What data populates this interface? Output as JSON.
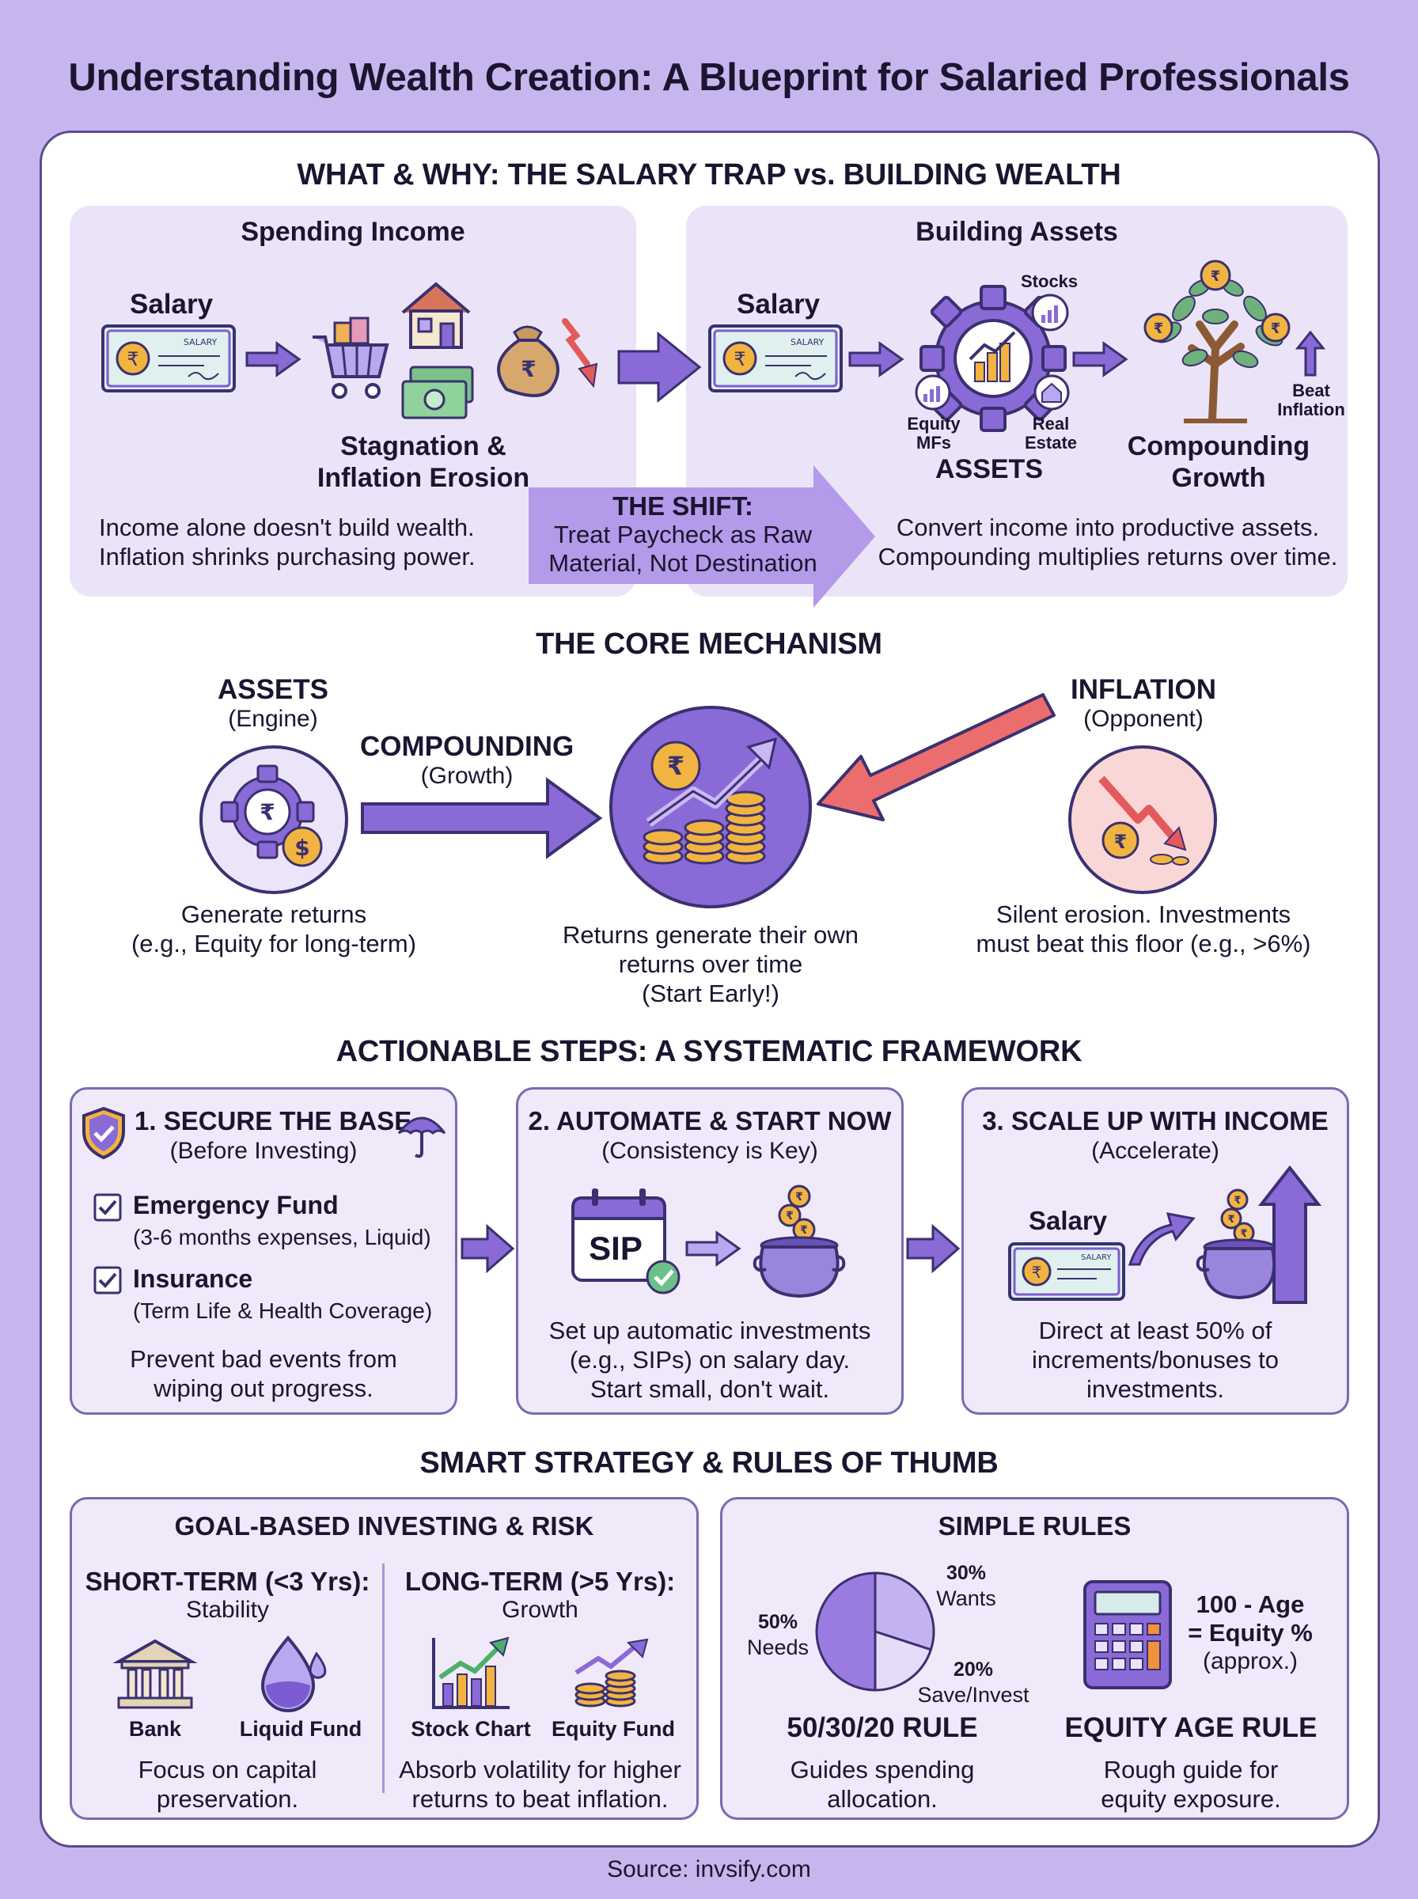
{
  "title": "Understanding Wealth Creation: A Blueprint for Salaried Professionals",
  "source": "Source: invsify.com",
  "what_why": {
    "heading": "WHAT & WHY: THE SALARY TRAP vs. BUILDING WEALTH",
    "left": {
      "heading": "Spending Income",
      "salary_label": "Salary",
      "cheque_text": "SALARY",
      "outcome": "Stagnation &",
      "outcome2": "Inflation Erosion",
      "desc1": "Income alone doesn't build wealth.",
      "desc2": "Inflation shrinks purchasing power."
    },
    "shift": {
      "heading": "THE SHIFT:",
      "line1": "Treat Paycheck as Raw",
      "line2": "Material, Not Destination"
    },
    "right": {
      "heading": "Building Assets",
      "salary_label": "Salary",
      "cheque_text": "SALARY",
      "stocks": "Stocks",
      "equity": "Equity",
      "mfs": "MFs",
      "real": "Real",
      "estate": "Estate",
      "assets": "ASSETS",
      "beat": "Beat",
      "inflation": "Inflation",
      "growth1": "Compounding",
      "growth2": "Growth",
      "desc1": "Convert income into productive assets.",
      "desc2": "Compounding multiplies returns over time."
    }
  },
  "core": {
    "heading": "THE CORE MECHANISM",
    "assets": {
      "title": "ASSETS",
      "sub": "(Engine)",
      "desc1": "Generate returns",
      "desc2": "(e.g., Equity for long-term)"
    },
    "compounding": {
      "title": "COMPOUNDING",
      "sub": "(Growth)"
    },
    "center": {
      "desc1": "Returns generate their own",
      "desc2": "returns over time",
      "desc3": "(Start Early!)"
    },
    "inflation": {
      "title": "INFLATION",
      "sub": "(Opponent)",
      "desc1": "Silent erosion. Investments",
      "desc2": "must beat this floor (e.g., >6%)"
    }
  },
  "steps": {
    "heading": "ACTIONABLE STEPS: A SYSTEMATIC FRAMEWORK",
    "step1": {
      "title": "1. SECURE THE BASE",
      "sub": "(Before Investing)",
      "item1": "Emergency Fund",
      "item1_sub": "(3-6 months expenses, Liquid)",
      "item2": "Insurance",
      "item2_sub": "(Term Life & Health Coverage)",
      "desc1": "Prevent bad events from",
      "desc2": "wiping out progress."
    },
    "step2": {
      "title": "2. AUTOMATE & START NOW",
      "sub": "(Consistency is Key)",
      "sip": "SIP",
      "desc1": "Set up automatic investments",
      "desc2": "(e.g., SIPs) on salary day.",
      "desc3": "Start small, don't wait."
    },
    "step3": {
      "title": "3. SCALE UP WITH INCOME",
      "sub": "(Accelerate)",
      "salary_label": "Salary",
      "cheque_text": "SALARY",
      "desc1": "Direct at least 50% of",
      "desc2": "increments/bonuses to",
      "desc3": "investments."
    }
  },
  "strategy": {
    "heading": "SMART STRATEGY & RULES OF THUMB",
    "goal": {
      "heading": "GOAL-BASED INVESTING & RISK",
      "short_title": "SHORT-TERM (<3 Yrs):",
      "short_sub": "Stability",
      "bank": "Bank",
      "liquid": "Liquid Fund",
      "short_desc1": "Focus on capital",
      "short_desc2": "preservation.",
      "long_title": "LONG-TERM (>5 Yrs):",
      "long_sub": "Growth",
      "stock_chart": "Stock Chart",
      "equity_fund": "Equity Fund",
      "long_desc1": "Absorb volatility for higher",
      "long_desc2": "returns to beat inflation."
    },
    "rules": {
      "heading": "SIMPLE RULES",
      "needs_pct": "50%",
      "needs": "Needs",
      "wants_pct": "30%",
      "wants": "Wants",
      "save_pct": "20%",
      "save": "Save/Invest",
      "rule1_title": "50/30/20 RULE",
      "rule1_desc1": "Guides spending",
      "rule1_desc2": "allocation.",
      "age1": "100 - Age",
      "age2": "= Equity %",
      "age3": "(approx.)",
      "rule2_title": "EQUITY AGE RULE",
      "rule2_desc1": "Rough guide for",
      "rule2_desc2": "equity exposure."
    }
  },
  "budget_split": [
    {
      "label": "Needs",
      "percent": 50
    },
    {
      "label": "Wants",
      "percent": 30
    },
    {
      "label": "Save/Invest",
      "percent": 20
    }
  ],
  "colors": {
    "background": "#c7b6ee",
    "accent": "#7e5bd0",
    "panel": "#ebe4f8",
    "inflation_red": "#e45a5a",
    "coin": "#f2b441"
  },
  "currency_symbol": "₹",
  "dollar_symbol": "$"
}
